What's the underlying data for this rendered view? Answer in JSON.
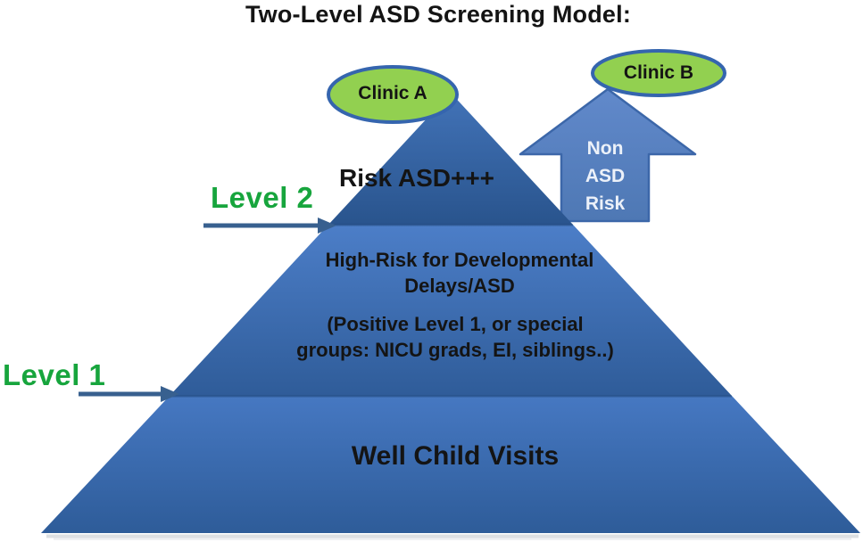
{
  "title": "Two-Level ASD Screening Model:",
  "clinics": {
    "a": {
      "label": "Clinic A"
    },
    "b": {
      "label": "Clinic B"
    }
  },
  "flow_arrow": {
    "line1": "Non",
    "line2": "ASD",
    "line3": "Risk"
  },
  "level_labels": {
    "level2": "Level 2",
    "level1": "Level 1"
  },
  "pyramid": {
    "top_label": "Risk ASD+++",
    "middle_title_line1": "High-Risk for Developmental",
    "middle_title_line2": "Delays/ASD",
    "middle_sub_line1": "(Positive Level 1, or special",
    "middle_sub_line2": "groups: NICU grads, EI, siblings..)",
    "bottom_label": "Well Child Visits"
  },
  "colors": {
    "oval_fill": "#92D050",
    "oval_border": "#3565AE",
    "level_label_green": "#17A53D",
    "pointer_arrow": "#38608F",
    "pyramid_top_gradient": [
      "#4273B8",
      "#29548D"
    ],
    "pyramid_middle_gradient": [
      "#4C7EC8",
      "#2F5C99"
    ],
    "pyramid_bottom_gradient": [
      "#4678C2",
      "#2E5C99"
    ],
    "flow_arrow_fill": [
      "#6189CB",
      "#4E78B4"
    ],
    "flow_arrow_border": "#3C67A9",
    "flow_arrow_text_color": "#ECF1F9",
    "title_color": "#141414"
  }
}
